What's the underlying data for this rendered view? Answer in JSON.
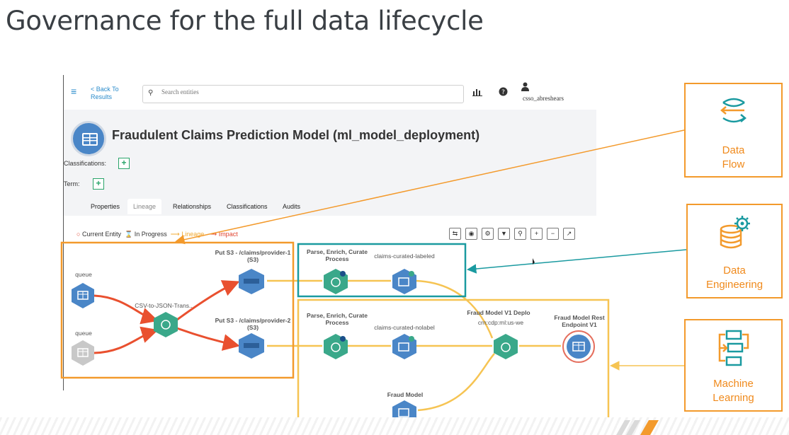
{
  "slide_title": "Governance for the full data lifecycle",
  "app": {
    "back_label": "< Back To Results",
    "search_placeholder": "Search entities",
    "username": "csso_abreshears",
    "entity_title": "Fraudulent Claims Prediction Model (ml_model_deployment)",
    "classifications_label": "Classifications:",
    "term_label": "Term:",
    "tabs": [
      "Properties",
      "Lineage",
      "Relationships",
      "Classifications",
      "Audits"
    ],
    "active_tab": "Lineage",
    "legend": {
      "current_entity": "Current Entity",
      "in_progress": "In Progress",
      "lineage": "Lineage",
      "impact": "Impact"
    }
  },
  "lineage": {
    "nodes": [
      {
        "label": "queue"
      },
      {
        "label": "queue"
      },
      {
        "label": "CSV-to-JSON-Trans.."
      },
      {
        "label": "Put S3 - /claims/provider-1 (S3)"
      },
      {
        "label": "Put S3 - /claims/provider-2 (S3)"
      },
      {
        "label": "Parse, Enrich, Curate Process"
      },
      {
        "label": "claims-curated-labeled"
      },
      {
        "label": "Parse, Enrich, Curate Process"
      },
      {
        "label": "claims-curated-nolabel"
      },
      {
        "label": "Fraud Model V1 Deplo"
      },
      {
        "label": "crn:cdp:ml:us-we"
      },
      {
        "label": "Fraud Model Rest Endpoint V1"
      },
      {
        "label": "Fraud Model"
      }
    ]
  },
  "callouts": [
    {
      "label_line1": "Data",
      "label_line2": "Flow",
      "icon": "data-flow-icon"
    },
    {
      "label_line1": "Data",
      "label_line2": "Engineering",
      "icon": "database-gear-icon"
    },
    {
      "label_line1": "Machine",
      "label_line2": "Learning",
      "icon": "workflow-icon"
    }
  ],
  "colors": {
    "accent_orange": "#f39a2c",
    "teal": "#1a9aa0",
    "yellow": "#f6c453",
    "lineage_red": "#e9502f",
    "node_blue": "#4a86c7",
    "node_green": "#3aa88a"
  }
}
